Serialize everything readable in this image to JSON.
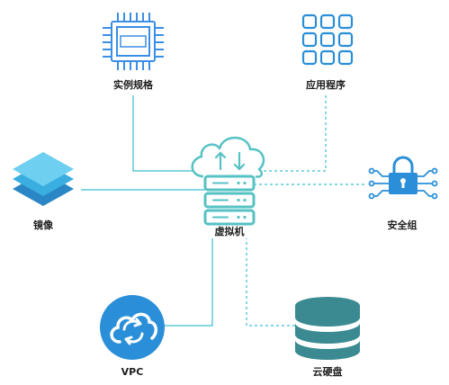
{
  "nodes": {
    "instance_spec": {
      "label": "实例规格",
      "icon": "cpu-chip-icon"
    },
    "application": {
      "label": "应用程序",
      "icon": "app-grid-icon"
    },
    "image": {
      "label": "镜像",
      "icon": "layers-stack-icon"
    },
    "virtual_machine": {
      "label": "虚拟机",
      "icon": "cloud-server-icon"
    },
    "security_group": {
      "label": "安全组",
      "icon": "padlock-circuit-icon"
    },
    "vpc": {
      "label": "VPC",
      "icon": "vpc-sync-icon"
    },
    "cloud_disk": {
      "label": "云硬盘",
      "icon": "database-cylinder-icon"
    }
  },
  "connections": [
    {
      "from": "instance_spec",
      "to": "virtual_machine",
      "style": "solid"
    },
    {
      "from": "application",
      "to": "virtual_machine",
      "style": "dashed"
    },
    {
      "from": "image",
      "to": "virtual_machine",
      "style": "solid"
    },
    {
      "from": "security_group",
      "to": "virtual_machine",
      "style": "dashed"
    },
    {
      "from": "vpc",
      "to": "virtual_machine",
      "style": "solid"
    },
    {
      "from": "cloud_disk",
      "to": "virtual_machine",
      "style": "dashed"
    }
  ],
  "colors": {
    "line": "#3bbfd1",
    "primary_blue": "#2a8fd8",
    "icon_blue": "#3a8ee6",
    "teal": "#56c2c4",
    "teal_dark": "#3b8a92",
    "layer_light": "#6ecff0",
    "layer_mid": "#3aaee0",
    "layer_dark": "#2a86c4"
  }
}
